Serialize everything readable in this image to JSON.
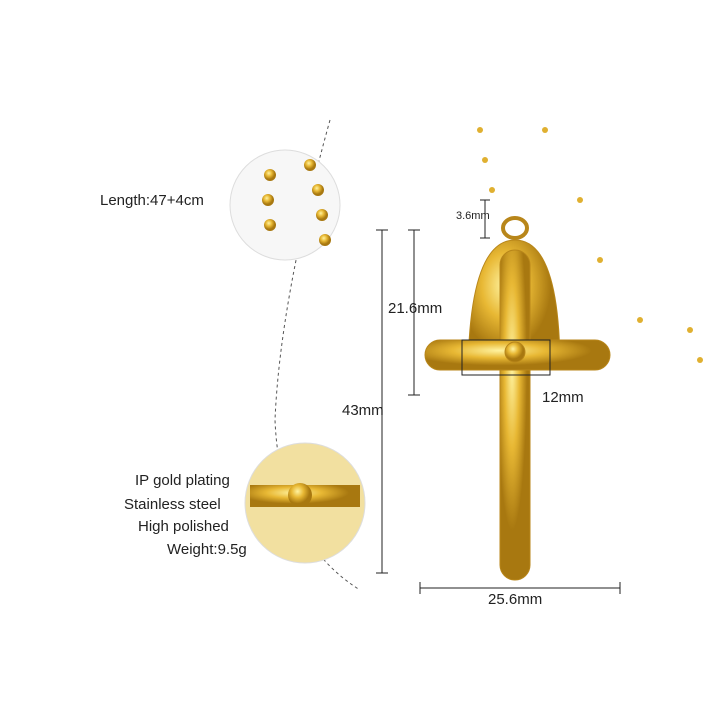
{
  "specs": {
    "length": "Length:47+4cm",
    "plating": "IP gold plating",
    "material": "Stainless steel",
    "finish": "High polished",
    "weight": "Weight:9.5g"
  },
  "dimensions": {
    "bail": "3.6mm",
    "medal": "21.6mm",
    "total": "43mm",
    "medal_width": "12mm",
    "width": "25.6mm"
  },
  "colors": {
    "gold": "#e0b030",
    "gold_dark": "#b8861a"
  }
}
